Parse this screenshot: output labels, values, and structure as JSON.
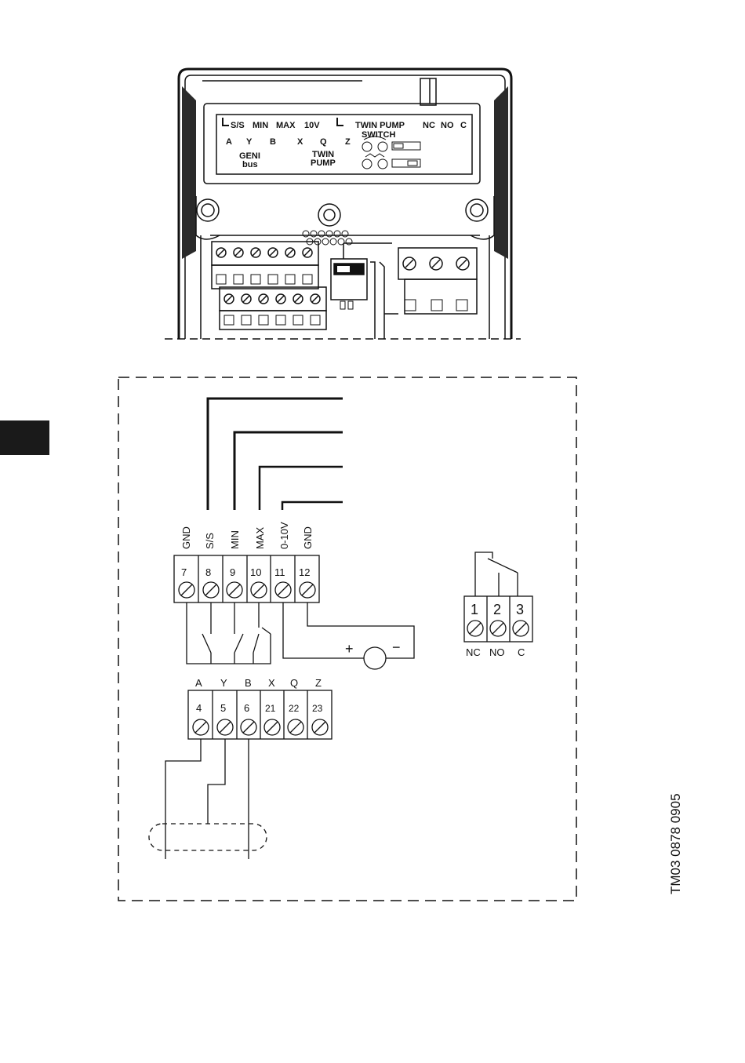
{
  "photo": {
    "label_row1": [
      "S/S",
      "MIN",
      "MAX",
      "10V",
      "TWIN PUMP",
      "NC",
      "NO",
      "C"
    ],
    "label_row2": [
      "A",
      "Y",
      "B",
      "X",
      "Q",
      "Z"
    ],
    "switch_label": "SWITCH",
    "geni_line1": "GENI",
    "geni_line2": "bus",
    "twin_line1": "TWIN",
    "twin_line2": "PUMP"
  },
  "control_block": {
    "labels": [
      "GND",
      "S/S",
      "MIN",
      "MAX",
      "0-10V",
      "GND"
    ],
    "numbers": [
      "7",
      "8",
      "9",
      "10",
      "11",
      "12"
    ]
  },
  "bus_block": {
    "labels": [
      "A",
      "Y",
      "B",
      "X",
      "Q",
      "Z"
    ],
    "numbers": [
      "4",
      "5",
      "6",
      "21",
      "22",
      "23"
    ]
  },
  "relay_block": {
    "numbers": [
      "1",
      "2",
      "3"
    ],
    "labels": [
      "NC",
      "NO",
      "C"
    ]
  },
  "sensor": {
    "plus": "+",
    "minus": "−"
  },
  "doc_ref": "TM03 0878 0905"
}
